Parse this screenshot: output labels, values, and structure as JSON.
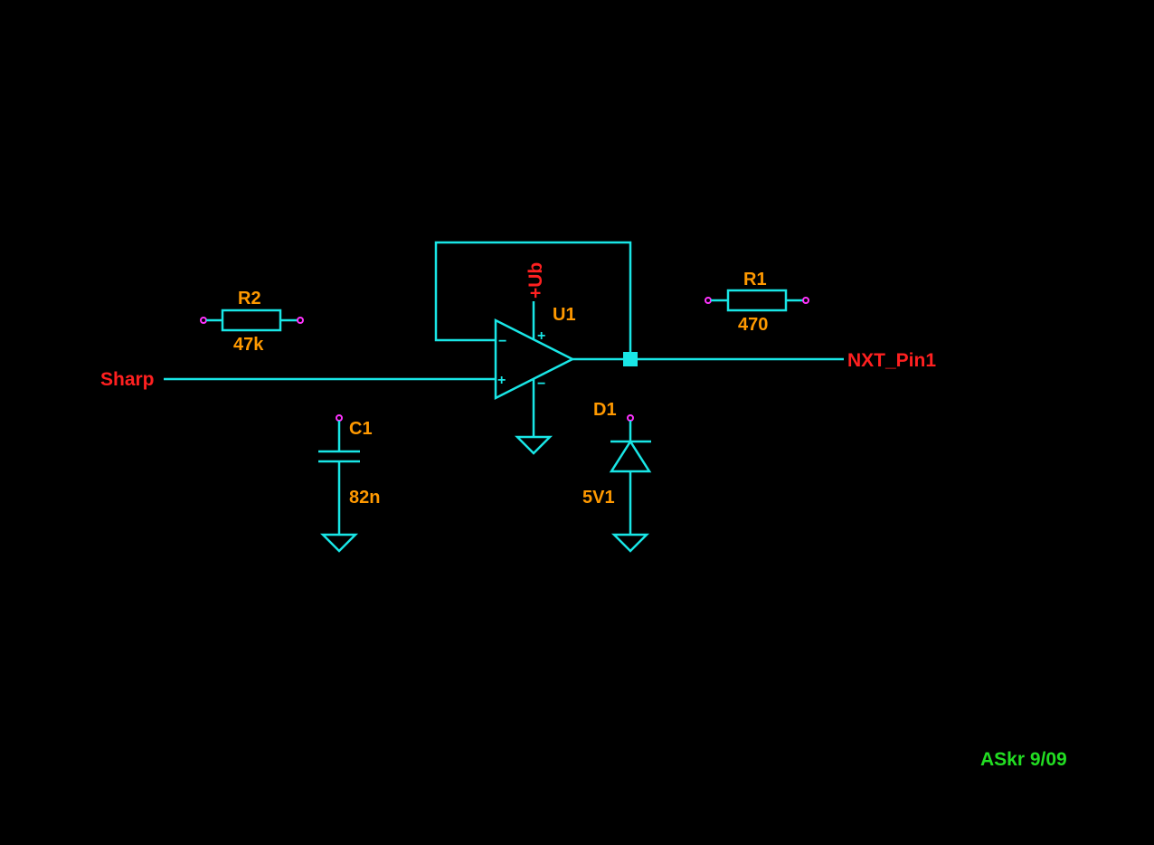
{
  "schematic": {
    "nets": {
      "input": "Sharp",
      "output": "NXT_Pin1",
      "supply": "+Ub"
    },
    "components": {
      "r2": {
        "ref": "R2",
        "value": "47k"
      },
      "r1": {
        "ref": "R1",
        "value": "470"
      },
      "c1": {
        "ref": "C1",
        "value": "82n"
      },
      "d1": {
        "ref": "D1",
        "value": "5V1"
      },
      "u1": {
        "ref": "U1",
        "minus": "−",
        "plus": "+",
        "supply_plus": "+",
        "supply_minus": "−"
      }
    },
    "credit": "ASkr 9/09",
    "colors": {
      "background": "#000000",
      "wire": "#19e6e6",
      "component_label": "#ff9900",
      "net_label": "#ff2020",
      "pin": "#ff33ff",
      "credit": "#22dd22"
    }
  }
}
